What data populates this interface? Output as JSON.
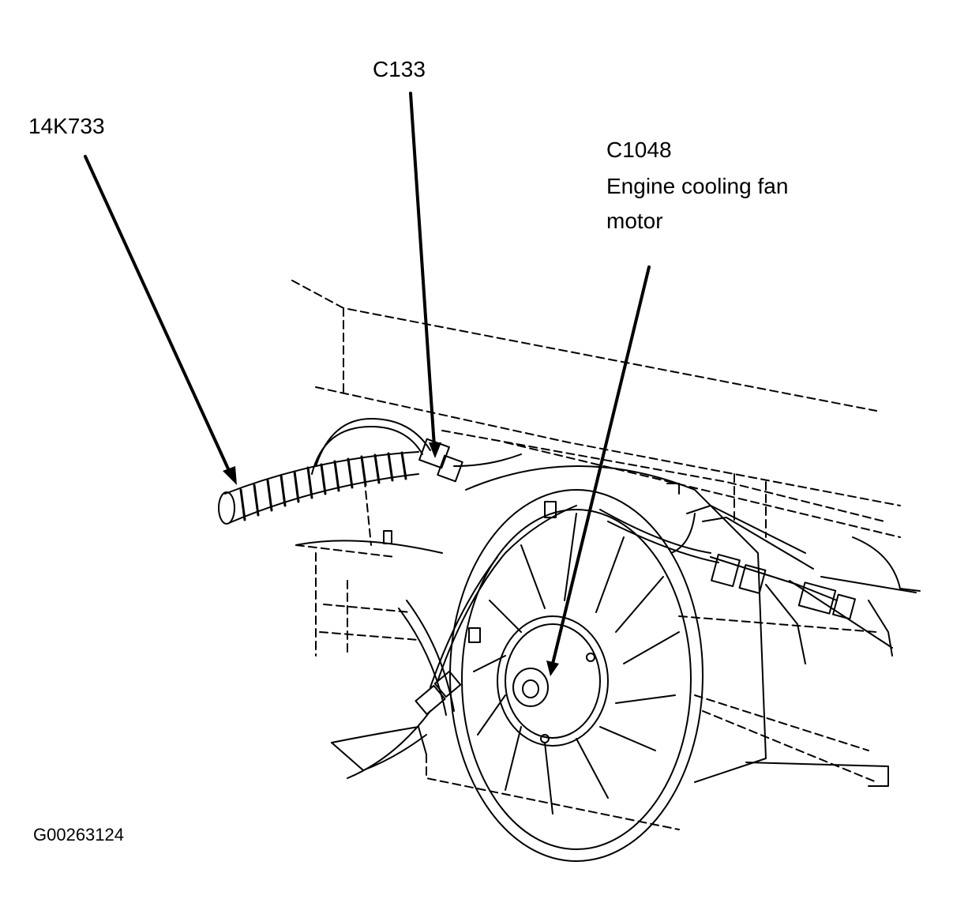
{
  "callouts": {
    "hose": "14K733",
    "connector_c133": "C133",
    "connector_c1048": "C1048",
    "fan_motor_line1": "Engine cooling fan",
    "fan_motor_line2": "motor"
  },
  "figure_id": "G00263124"
}
